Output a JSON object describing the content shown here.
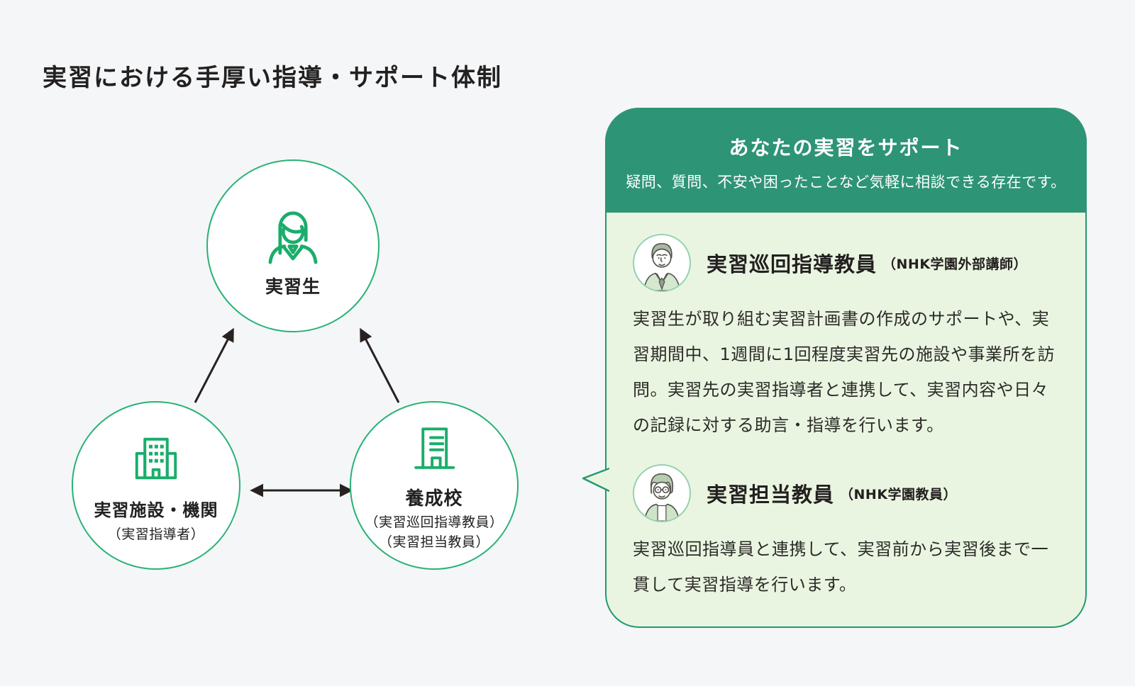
{
  "page": {
    "title": "実習における手厚い指導・サポート体制"
  },
  "colors": {
    "background": "#f4f6f8",
    "node_green": "#27b273",
    "icon_green": "#1aad6b",
    "header_green": "#2e9476",
    "card_body_green": "#eaf5e1",
    "card_border_green": "#23996e",
    "arrow_dark": "#272220",
    "text_dark": "#232020"
  },
  "diagram": {
    "nodes": [
      {
        "id": "trainee",
        "label": "実習生",
        "icon": "person-icon"
      },
      {
        "id": "facility",
        "label": "実習施設・機関",
        "icon": "building-icon",
        "sublabel": "（実習指導者）"
      },
      {
        "id": "school",
        "label": "養成校",
        "icon": "school-icon",
        "sublabels": [
          "（実習巡回指導教員）",
          "（実習担当教員）"
        ]
      }
    ],
    "arrows": [
      {
        "from": "facility",
        "to": "trainee",
        "direction": "one-way-up"
      },
      {
        "from": "school",
        "to": "trainee",
        "direction": "one-way-up"
      },
      {
        "from": "facility",
        "to": "school",
        "direction": "two-way"
      }
    ]
  },
  "card": {
    "header": {
      "title": "あなたの実習をサポート",
      "subtitle": "疑問、質問、不安や困ったことなど気軽に相談できる存在です。"
    },
    "sections": [
      {
        "name": "実習巡回指導教員",
        "qualifier": "（NHK学園外部講師）",
        "avatar": "male-teacher-avatar",
        "description": "実習生が取り組む実習計画書の作成のサポートや、実習期間中、1週間に1回程度実習先の施設や事業所を訪問。実習先の実習指導者と連携して、実習内容や日々の記録に対する助言・指導を行います。"
      },
      {
        "name": "実習担当教員",
        "qualifier": "（NHK学園教員）",
        "avatar": "female-teacher-avatar",
        "description": "実習巡回指導員と連携して、実習前から実習後まで一貫して実習指導を行います。"
      }
    ]
  }
}
